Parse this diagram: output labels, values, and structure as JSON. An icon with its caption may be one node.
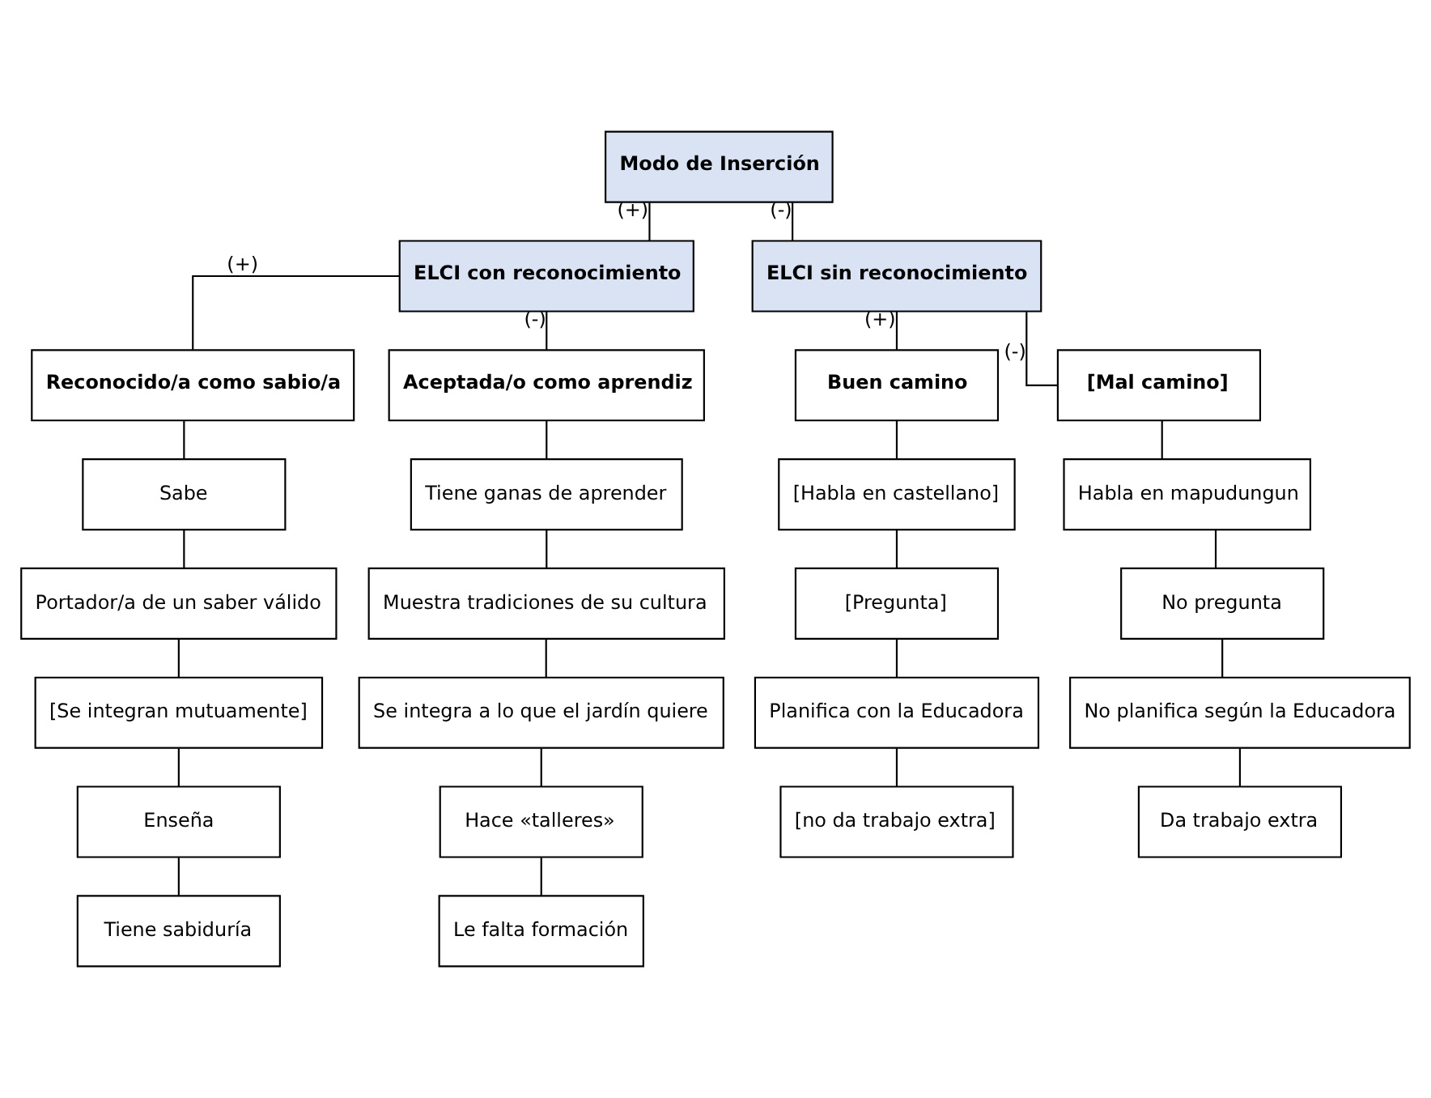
{
  "diagram": {
    "nodes": [
      {
        "text": [
          "Modo de Inserción"
        ]
      },
      {
        "text": [
          "ELCI con reconocimiento"
        ]
      },
      {
        "text": [
          "ELCI sin reconocimiento"
        ]
      },
      {
        "text": [
          "Reconocido/a como sabio/a"
        ]
      },
      {
        "text": [
          "Aceptada/o como aprendiz"
        ]
      },
      {
        "text": [
          "Buen camino"
        ]
      },
      {
        "text": [
          "[Mal camino]"
        ]
      },
      {
        "text": [
          "Sabe"
        ]
      },
      {
        "text": [
          "Portador/a de un saber válido"
        ]
      },
      {
        "text": [
          "[Se integran mutuamente]"
        ]
      },
      {
        "text": [
          "Enseña"
        ]
      },
      {
        "text": [
          "Tiene sabiduría"
        ]
      },
      {
        "text": [
          "Tiene ganas de aprender"
        ]
      },
      {
        "text": [
          "Muestra tradiciones de su cultura"
        ]
      },
      {
        "text": [
          "Se integra a lo que el jardín quiere"
        ]
      },
      {
        "text": [
          "Hace «talleres»"
        ]
      },
      {
        "text": [
          "Le falta formación"
        ]
      },
      {
        "text": [
          "[Habla en castellano]"
        ]
      },
      {
        "text": [
          "[Pregunta]"
        ]
      },
      {
        "text": [
          "Planifica con la Educadora"
        ]
      },
      {
        "text": [
          "[no da trabajo extra]"
        ]
      },
      {
        "text": [
          "Habla en mapudungun"
        ]
      },
      {
        "text": [
          "No pregunta"
        ]
      },
      {
        "text": [
          "No planifica según la Educadora"
        ]
      },
      {
        "text": [
          "Da trabajo extra"
        ]
      }
    ],
    "edges": [
      {
        "from": 0,
        "to": 1,
        "arrow": "none",
        "label": "(+)"
      },
      {
        "from": 0,
        "to": 2,
        "arrow": "none",
        "label": "(-)"
      },
      {
        "from": 1,
        "to": 3,
        "arrow": "none",
        "label": "(+)"
      },
      {
        "from": 1,
        "to": 4,
        "arrow": "none",
        "label": "(-)"
      },
      {
        "from": 2,
        "to": 5,
        "arrow": "none",
        "label": "(+)"
      },
      {
        "from": 2,
        "to": 6,
        "arrow": "none",
        "label": "(-)"
      },
      {
        "from": 3,
        "to": 7,
        "arrow": "none"
      },
      {
        "from": 7,
        "to": 8,
        "arrow": "none"
      },
      {
        "from": 8,
        "to": 9,
        "arrow": "none"
      },
      {
        "from": 9,
        "to": 10,
        "arrow": "none"
      },
      {
        "from": 10,
        "to": 11,
        "arrow": "none"
      },
      {
        "from": 4,
        "to": 12,
        "arrow": "none"
      },
      {
        "from": 12,
        "to": 13,
        "arrow": "none"
      },
      {
        "from": 13,
        "to": 14,
        "arrow": "none"
      },
      {
        "from": 14,
        "to": 15,
        "arrow": "none"
      },
      {
        "from": 15,
        "to": 16,
        "arrow": "none"
      },
      {
        "from": 5,
        "to": 17,
        "arrow": "none"
      },
      {
        "from": 17,
        "to": 18,
        "arrow": "none"
      },
      {
        "from": 18,
        "to": 19,
        "arrow": "none"
      },
      {
        "from": 19,
        "to": 20,
        "arrow": "none"
      },
      {
        "from": 6,
        "to": 21,
        "arrow": "none"
      },
      {
        "from": 21,
        "to": 22,
        "arrow": "none"
      },
      {
        "from": 22,
        "to": 23,
        "arrow": "none"
      },
      {
        "from": 23,
        "to": 24,
        "arrow": "none"
      }
    ]
  }
}
